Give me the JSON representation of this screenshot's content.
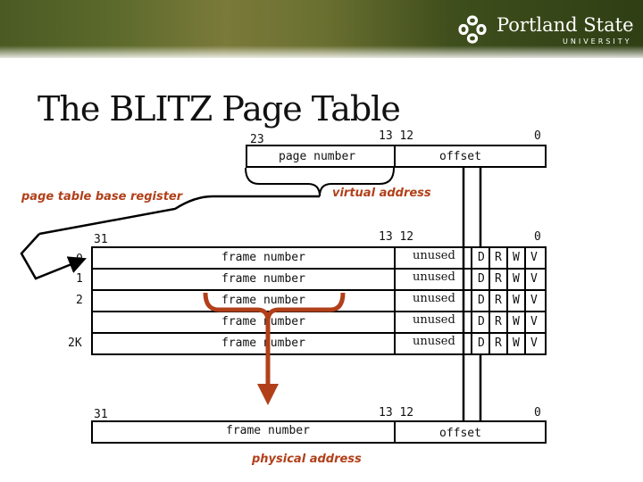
{
  "header": {
    "logo_name": "Portland State",
    "logo_sub": "UNIVERSITY"
  },
  "title": "The BLITZ Page Table",
  "virtual_address": {
    "bit_23": "23",
    "bit_13_12": "13 12",
    "bit_0": "0",
    "page_number": "page number",
    "offset": "offset",
    "label": "virtual address"
  },
  "ptbr_label": "page table base register",
  "page_table": {
    "bit_31": "31",
    "bit_13_12": "13 12",
    "bit_0": "0",
    "rows": [
      {
        "index": "0",
        "frame": "frame number",
        "unused": "unused",
        "bits": [
          "D",
          "R",
          "W",
          "V"
        ]
      },
      {
        "index": "1",
        "frame": "frame number",
        "unused": "unused",
        "bits": [
          "D",
          "R",
          "W",
          "V"
        ]
      },
      {
        "index": "2",
        "frame": "frame number",
        "unused": "unused",
        "bits": [
          "D",
          "R",
          "W",
          "V"
        ]
      },
      {
        "index": "",
        "frame": "frame number",
        "unused": "unused",
        "bits": [
          "D",
          "R",
          "W",
          "V"
        ]
      },
      {
        "index": "2K",
        "frame": "frame number",
        "unused": "unused",
        "bits": [
          "D",
          "R",
          "W",
          "V"
        ]
      }
    ]
  },
  "physical_address": {
    "bit_31": "31",
    "bit_13_12": "13 12",
    "bit_0": "0",
    "frame_number": "frame number",
    "offset": "offset",
    "label": "physical address"
  },
  "colors": {
    "accent": "#b1401a",
    "header_dark": "#2f3f14",
    "header_light": "#7a7a3a"
  }
}
